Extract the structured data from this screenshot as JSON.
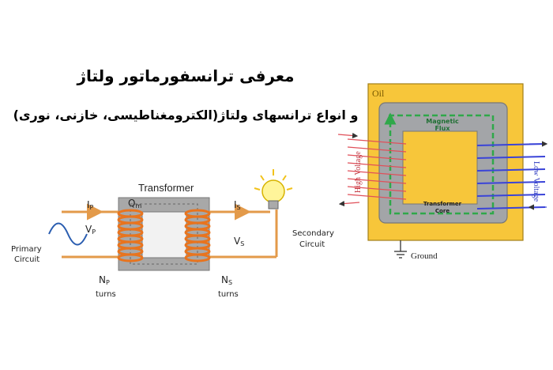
{
  "title": {
    "line1": "معرفی ترانسفورماتور ولتاژ",
    "line2": "و انواع ترانسهای ولتاژ(الکترومغناطیسی، خازنی، نوری)"
  },
  "left_diagram": {
    "heading": "Transformer",
    "current_primary": "I",
    "current_primary_sub": "P",
    "voltage_primary": "V",
    "voltage_primary_sub": "P",
    "flux": "Q",
    "flux_sub": "m",
    "current_secondary": "I",
    "current_secondary_sub": "S",
    "voltage_secondary": "V",
    "voltage_secondary_sub": "S",
    "primary_circuit": [
      "Primary",
      "Circuit"
    ],
    "secondary_circuit": [
      "Secondary",
      "Circuit"
    ],
    "turns_primary": "N",
    "turns_primary_sub": "P",
    "turns_secondary": "N",
    "turns_secondary_sub": "S",
    "turns_word": "turns"
  },
  "right_diagram": {
    "oil": "Oil",
    "magnetic_flux": [
      "Magnetic",
      "Flux"
    ],
    "core": [
      "Transformer",
      "Core"
    ],
    "high_voltage": "High Voltage",
    "low_voltage": "Low Voltage",
    "ground": "Ground"
  },
  "colors": {
    "oil": "#f7c63a",
    "core": "#a3a5a8",
    "core_window": "#f7c63a",
    "flux_path": "#2fa84a",
    "primary_winding": "#e0505a",
    "secondary_winding": "#3a44d8",
    "coil_left": "#e8741e",
    "wire": "#e39a4a"
  }
}
